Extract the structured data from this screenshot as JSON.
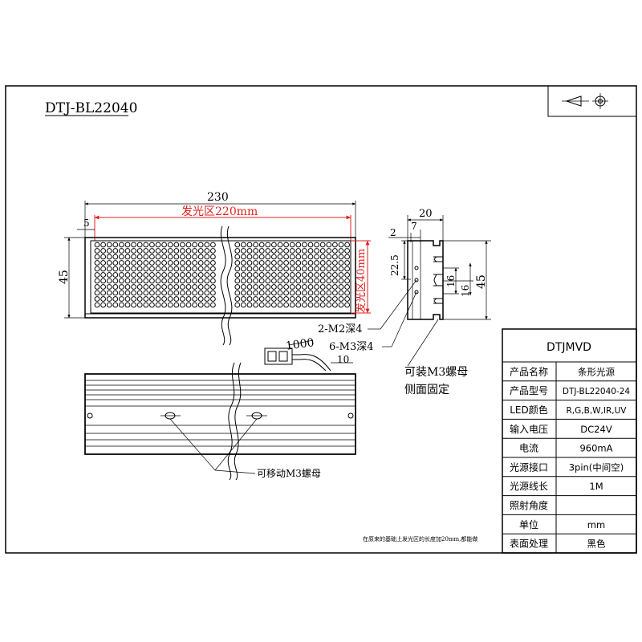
{
  "title": "DTJ-BL22040",
  "front_view": {
    "width_label": "230",
    "emit_length_label": "发光区220mm",
    "edge_label": "5",
    "height_label": "45",
    "emit_height_label": "发光区40mm"
  },
  "side_view": {
    "width_label": "20",
    "dim_2": "2",
    "dim_7": "7",
    "dim_22_5": "22.5",
    "dim_16a": "16",
    "dim_16b": "16",
    "height_label": "45"
  },
  "annotations": {
    "m2_holes": "2-M2深4",
    "m3_holes": "6-M3深4",
    "cable_length": "1000",
    "cable_dim": "10",
    "side_mount_line1": "可装M3螺母",
    "side_mount_line2": "侧面固定",
    "movable_nut": "可移动M3螺母",
    "footnote": "在原来的基础上发光区的长度加20mm,都能做"
  },
  "spec_table": {
    "header": "DTJMVD",
    "rows": [
      {
        "label": "产品名称",
        "value": "条形光源"
      },
      {
        "label": "产品型号",
        "value": "DTJ-BL22040-24"
      },
      {
        "label": "LED颜色",
        "value": "R,G,B,W,IR,UV"
      },
      {
        "label": "输入电压",
        "value": "DC24V"
      },
      {
        "label": "电流",
        "value": "960mA"
      },
      {
        "label": "光源接口",
        "value": "3pin(中间空)"
      },
      {
        "label": "光源线长",
        "value": "1M"
      },
      {
        "label": "照射角度",
        "value": ""
      },
      {
        "label": "单位",
        "value": "mm"
      },
      {
        "label": "表面处理",
        "value": "黑色"
      }
    ]
  }
}
